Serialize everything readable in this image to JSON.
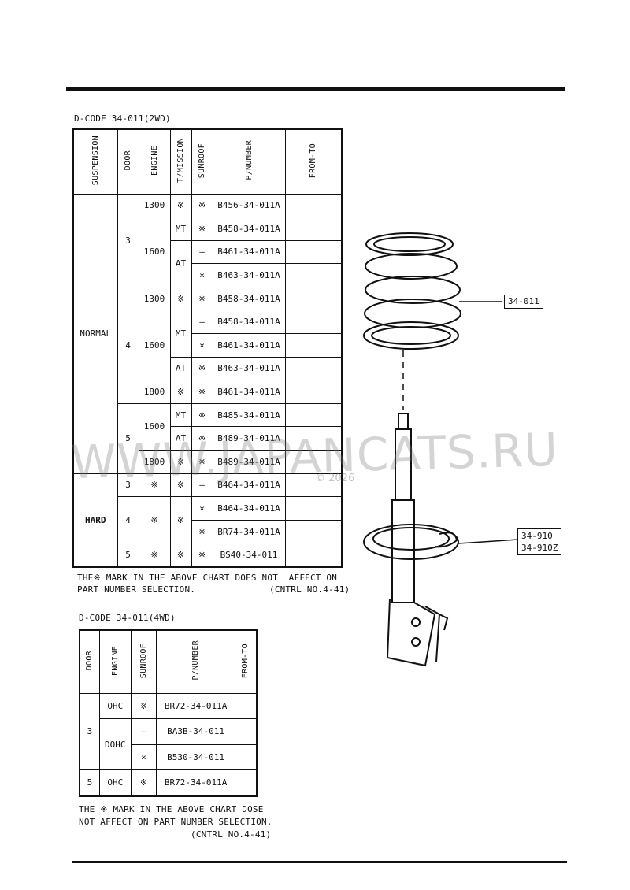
{
  "table1": {
    "caption": "D-CODE 34-011(2WD)",
    "headers": [
      "SUSPENSION",
      "DOOR",
      "ENGINE",
      "T/MISSION",
      "SUNROOF",
      "P/NUMBER",
      "FROM-TO"
    ],
    "suspension": [
      "NORMAL",
      "HARD"
    ],
    "doors": [
      "3",
      "4",
      "5",
      "3",
      "4",
      "5"
    ],
    "engines": [
      "1300",
      "1600",
      "1300",
      "1600",
      "1800",
      "1600",
      "1800",
      "※",
      "※",
      "※"
    ],
    "tmission": [
      "※",
      "MT",
      "AT",
      "※",
      "MT",
      "AT",
      "※",
      "MT",
      "AT",
      "※",
      "※",
      "※",
      "※"
    ],
    "sunroof": [
      "※",
      "※",
      "–",
      "×",
      "※",
      "–",
      "×",
      "※",
      "※",
      "※",
      "※",
      "※",
      "–",
      "×",
      "※"
    ],
    "parts": [
      "B456-34-011A",
      "B458-34-011A",
      "B461-34-011A",
      "B463-34-011A",
      "B458-34-011A",
      "B458-34-011A",
      "B461-34-011A",
      "B463-34-011A",
      "B461-34-011A",
      "B485-34-011A",
      "B489-34-011A",
      "B489-34-011A",
      "B464-34-011A",
      "B464-34-011A",
      "BR74-34-011A",
      "BS40-34-011"
    ],
    "note_line1": "THE※ MARK IN THE ABOVE CHART DOES NOT  AFFECT ON",
    "note_line2": "PART NUMBER SELECTION.",
    "note_ref": "(CNTRL NO.4-41)"
  },
  "table2": {
    "caption": "D-CODE 34-011(4WD)",
    "headers": [
      "DOOR",
      "ENGINE",
      "SUNROOF",
      "P/NUMBER",
      "FROM-TO"
    ],
    "doors": [
      "3",
      "5"
    ],
    "engines": [
      "OHC",
      "DOHC",
      "OHC"
    ],
    "sunroof": [
      "※",
      "–",
      "×",
      "※"
    ],
    "parts": [
      "BR72-34-011A",
      "BA3B-34-011",
      "B530-34-011",
      "BR72-34-011A"
    ],
    "note_line1": "THE ※ MARK IN THE ABOVE CHART DOSE",
    "note_line2": "NOT AFFECT ON PART NUMBER SELECTION.",
    "note_ref": "(CNTRL NO.4-41)"
  },
  "diagram": {
    "label_spring": "34-011",
    "label_seat_1": "34-910",
    "label_seat_2": "34-910Z"
  },
  "watermark": {
    "text": "WWW.JAPANCATS.RU",
    "year": "© 2026"
  }
}
